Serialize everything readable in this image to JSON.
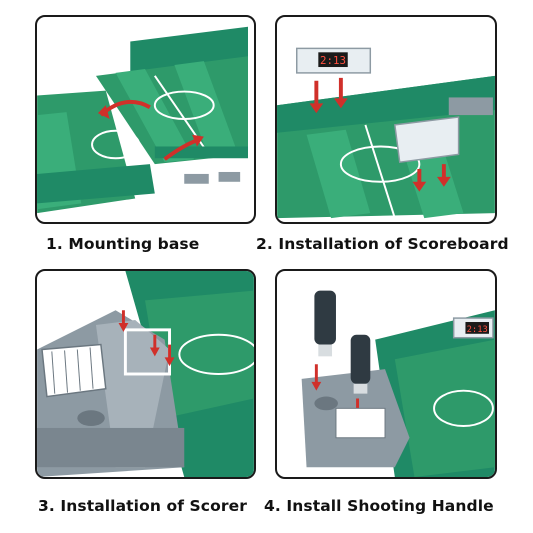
{
  "panels": [
    {
      "id": "mounting-base",
      "caption": "1. Mounting base"
    },
    {
      "id": "scoreboard",
      "caption": "2. Installation of Scoreboard",
      "scoreboard_display": "2:13"
    },
    {
      "id": "scorer",
      "caption": "3. Installation of Scorer"
    },
    {
      "id": "shooting-handle",
      "caption": "4. Install Shooting Handle",
      "scoreboard_display": "2:13"
    }
  ],
  "colors": {
    "field_green": "#2e9a6a",
    "field_stripe": "#3aae7a",
    "wall_teal": "#1f8a66",
    "arrow_red": "#d0302a",
    "plastic_gray": "#8d9aa3",
    "handle_dark": "#2f3a42",
    "border": "#1a1a1a"
  }
}
